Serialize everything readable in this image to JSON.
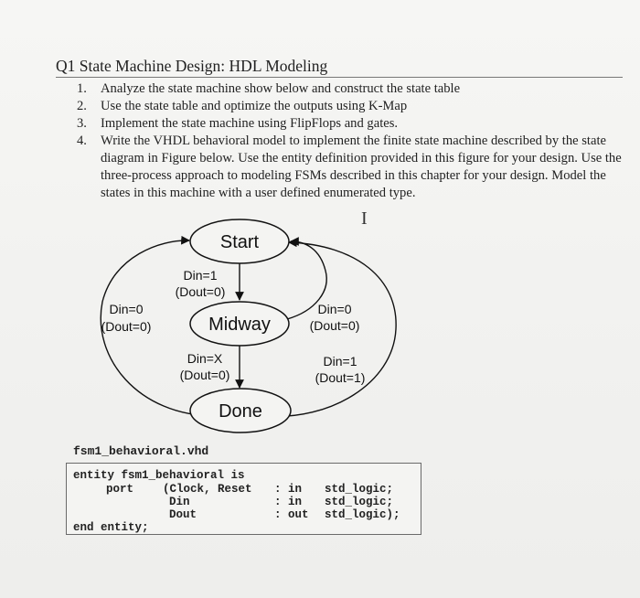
{
  "question": {
    "title": "Q1 State Machine Design: HDL Modeling",
    "tasks": [
      {
        "num": "1.",
        "text": "Analyze the state machine show below and construct the state table"
      },
      {
        "num": "2.",
        "text": "Use the state table and optimize the outputs using K-Map"
      },
      {
        "num": "3.",
        "text": "Implement the state machine using FlipFlops and gates."
      },
      {
        "num": "4.",
        "text": "Write the VHDL behavioral model to implement the finite state machine described by the state diagram in Figure below. Use the entity definition provided in this figure for your design. Use the three-process approach to modeling FSMs described in this chapter for your design. Model the states in this machine with a user defined enumerated type."
      }
    ],
    "cursor_glyph": "I"
  },
  "diagram": {
    "states": {
      "start": "Start",
      "midway": "Midway",
      "done": "Done"
    },
    "transitions": {
      "start_to_midway": {
        "input": "Din=1",
        "output": "(Dout=0)"
      },
      "midway_to_done": {
        "input": "Din=X",
        "output": "(Dout=0)"
      },
      "midway_to_start": {
        "input": "Din=0",
        "output": "(Dout=0)"
      },
      "done_to_start": {
        "input": "Din=1",
        "output": "(Dout=1)"
      },
      "done_to_start_left": {
        "input": "Din=0",
        "output": "(Dout=0)"
      }
    }
  },
  "code": {
    "filename": "fsm1_behavioral.vhd",
    "entity_line": "entity fsm1_behavioral is",
    "port_keyword": "port",
    "ports": [
      {
        "name": "(Clock, Reset",
        "dir": ": in",
        "type": "std_logic;"
      },
      {
        "name": "Din",
        "dir": ": in",
        "type": "std_logic;"
      },
      {
        "name": "Dout",
        "dir": ": out",
        "type": "std_logic);"
      }
    ],
    "end_line": "end entity;"
  }
}
